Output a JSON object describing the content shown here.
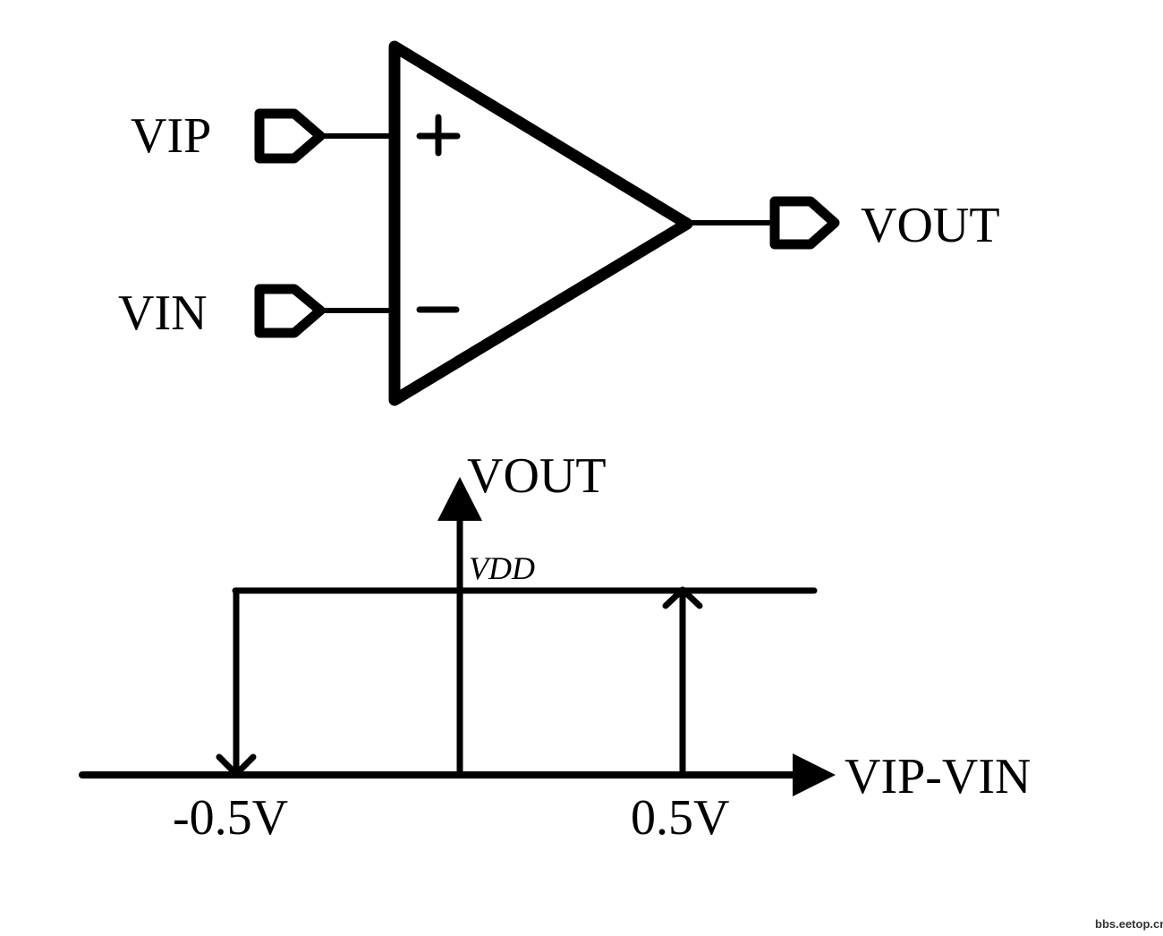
{
  "comparator": {
    "inputs": [
      {
        "label": "VIP",
        "sign": "+"
      },
      {
        "label": "VIN",
        "sign": "−"
      }
    ],
    "output": {
      "label": "VOUT"
    }
  },
  "transfer_curve": {
    "y_axis_label": "VOUT",
    "x_axis_label": "VIP-VIN",
    "vdd_label": "VDD",
    "thresholds": [
      {
        "label": "-0.5V",
        "value": -0.5,
        "transition": "high-to-low"
      },
      {
        "label": "0.5V",
        "value": 0.5,
        "transition": "low-to-high"
      }
    ]
  },
  "watermark": "bbs.eetop.cn"
}
